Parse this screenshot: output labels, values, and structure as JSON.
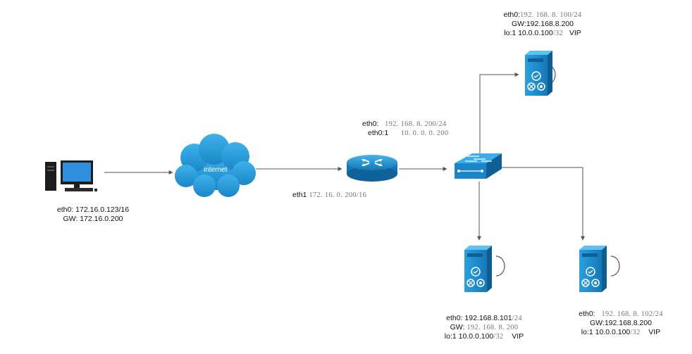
{
  "client": {
    "eth0": "eth0: 172.16.0.123/16",
    "gw": "GW: 172.16.0.200"
  },
  "internet": {
    "label": "internet"
  },
  "router": {
    "eth0_key": "eth0:",
    "eth0_val": "192. 168. 8. 200/24",
    "eth01_key": "eth0:1",
    "eth01_val": "10. 0. 0. 0. 200",
    "eth1_key": "eth1",
    "eth1_val": "172. 16. 0. 200/16"
  },
  "server_top": {
    "eth0_key": "eth0:",
    "eth0_val": "192. 168. 8. 100/24",
    "gw": "GW:192.168.8.200",
    "lo_key": "lo:1 10.0.0.100",
    "lo_mask": "/32",
    "vip": "VIP"
  },
  "server_mid": {
    "eth0_key": "eth0: 192.168.8.101",
    "eth0_mask": "/24",
    "gw_key": "GW:",
    "gw_val": "192. 168. 8. 200",
    "lo_key": "lo:1 10.0.0.100",
    "lo_mask": "/32",
    "vip": "VIP"
  },
  "server_right": {
    "eth0_key": "eth0:",
    "eth0_val": "192. 168. 8. 102/24",
    "gw": "GW:192.168.8.200",
    "lo_key": "lo:1 10.0.0.100",
    "lo_mask": "/32",
    "vip": "VIP"
  },
  "colors": {
    "device_blue": "#1b8fd0",
    "device_dark": "#0d5f93",
    "line": "#555555"
  }
}
